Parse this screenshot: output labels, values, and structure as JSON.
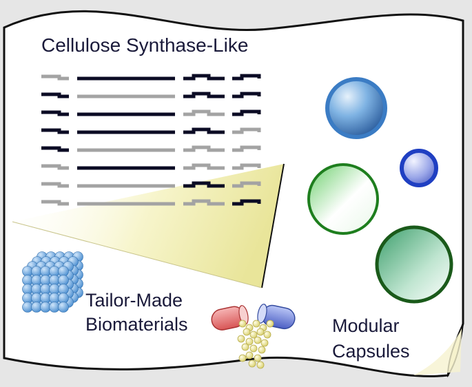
{
  "title": "Cellulose Synthase-Like",
  "biomaterials": {
    "line1": "Tailor-Made",
    "line2": "Biomaterials"
  },
  "capsules": {
    "line1": "Modular",
    "line2": "Capsules"
  },
  "colors": {
    "background": "#e6e6e6",
    "paper": "#ffffff",
    "dark_segment": "#0b0b24",
    "light_segment": "#a3a3a3",
    "blue_capsule": "#2f73b8",
    "green_capsule": "#1f7a1f",
    "cube_spheres": "#5b9bd6",
    "beam": "#f3f1b0",
    "pill_red": "#e46d6d",
    "pill_blue": "#5a6fd1",
    "beads": "#e6df8a"
  },
  "icons": [
    "cube-of-spheres-icon",
    "open-capsule-pill-icon",
    "sphere-icon"
  ],
  "gene_rows": [
    [
      "light",
      "dark",
      "dark",
      "dark"
    ],
    [
      "dark",
      "light",
      "dark",
      "dark"
    ],
    [
      "dark",
      "dark",
      "light",
      "dark"
    ],
    [
      "dark",
      "dark",
      "dark",
      "light"
    ],
    [
      "dark",
      "light",
      "light",
      "light"
    ],
    [
      "light",
      "dark",
      "light",
      "light"
    ],
    [
      "light",
      "light",
      "dark",
      "light"
    ],
    [
      "light",
      "light",
      "light",
      "dark"
    ]
  ]
}
